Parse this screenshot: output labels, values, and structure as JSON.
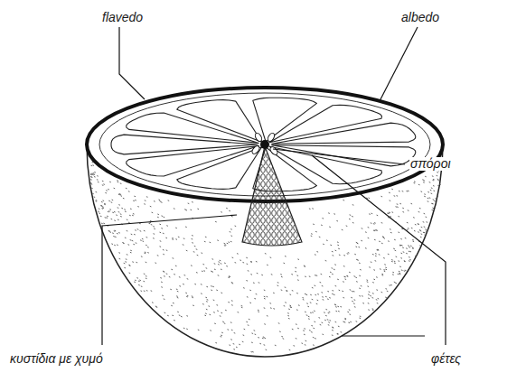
{
  "diagram": {
    "labels": [
      "flavedo",
      "albedo",
      "σπόροι",
      "κυστίδια με χυμό",
      "φέτες"
    ]
  }
}
